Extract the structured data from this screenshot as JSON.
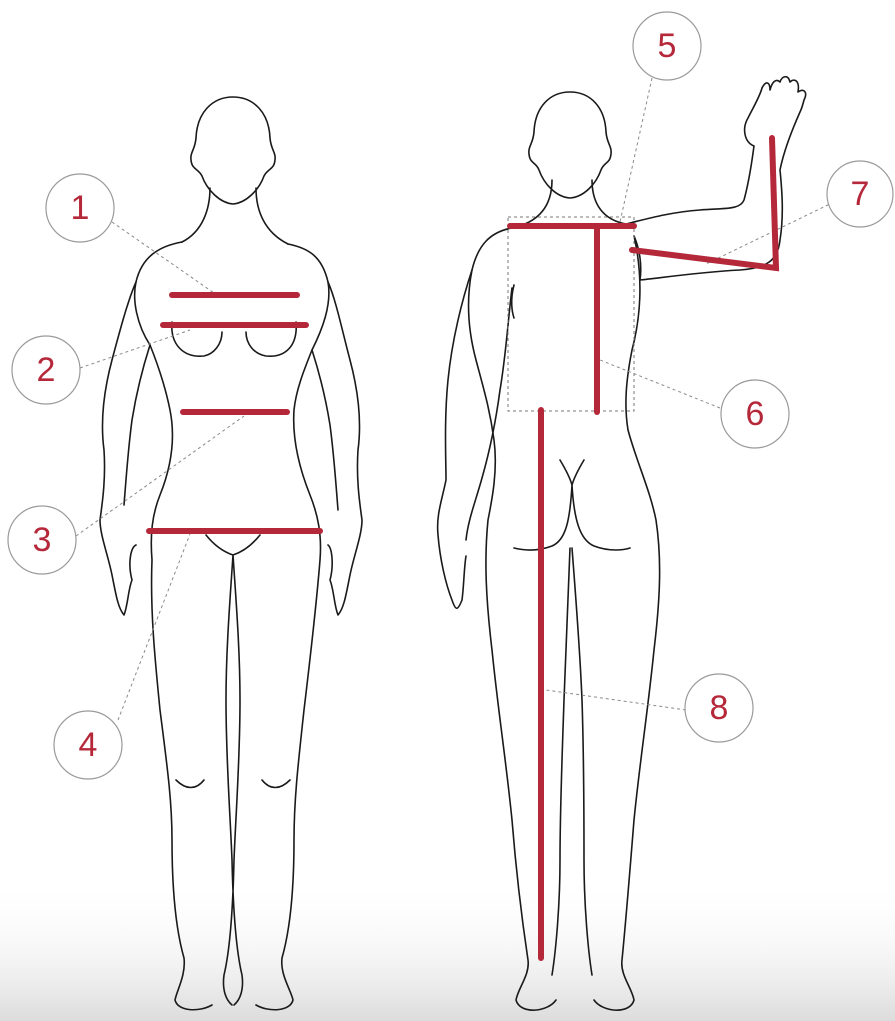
{
  "colors": {
    "measure": "#b5283a",
    "outline": "#1a1a1a",
    "label": "#b5283a",
    "background": "#ffffff"
  },
  "figures": [
    {
      "name": "front-view"
    },
    {
      "name": "back-view"
    }
  ],
  "measurements": [
    {
      "id": "1",
      "label": "1"
    },
    {
      "id": "2",
      "label": "2"
    },
    {
      "id": "3",
      "label": "3"
    },
    {
      "id": "4",
      "label": "4"
    },
    {
      "id": "5",
      "label": "5"
    },
    {
      "id": "6",
      "label": "6"
    },
    {
      "id": "7",
      "label": "7"
    },
    {
      "id": "8",
      "label": "8"
    }
  ]
}
